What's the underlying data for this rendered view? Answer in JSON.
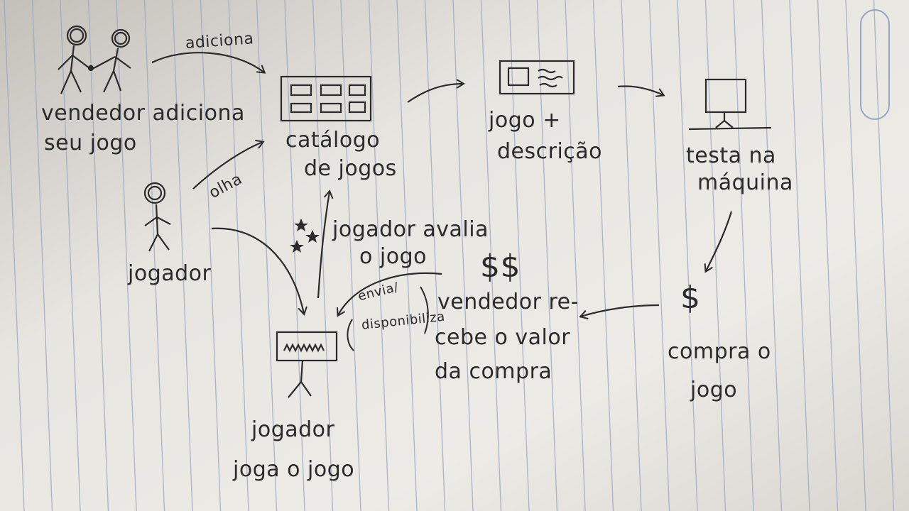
{
  "colors": {
    "paper": "#e9e7e2",
    "shadow": "#c7c4be",
    "rule": "#9aa6bf",
    "ink": "#2a2a2a"
  },
  "labels": {
    "adiciona_arrow": "adiciona",
    "vendedor_line1": "vendedor adiciona",
    "vendedor_line2": "seu jogo",
    "catalogo_line1": "catálogo",
    "catalogo_line2": "de jogos",
    "jogo_line1": "jogo +",
    "jogo_line2": "descrição",
    "testa_line1": "testa na",
    "testa_line2": "máquina",
    "olha": "olha",
    "jogador": "jogador",
    "avalia_line1": "jogador avalia",
    "avalia_line2": "o jogo",
    "dollar_top": "$$",
    "envia": "envia/",
    "disponibiliza": "disponibiliza",
    "recebe_line1": "vendedor re-",
    "recebe_line2": "cebe o valor",
    "recebe_line3": "da compra",
    "dollar_right": "$",
    "compra_line1": "compra o",
    "compra_line2": "jogo",
    "joga_line1": "jogador",
    "joga_line2": "joga o jogo"
  },
  "icons": {
    "seller": "stick-figure-pair-icon",
    "catalog": "catalog-grid-icon",
    "game": "game-card-icon",
    "machine": "computer-monitor-icon",
    "player": "stick-figure-icon",
    "stars": "stars-icon",
    "screen": "game-screen-icon"
  }
}
